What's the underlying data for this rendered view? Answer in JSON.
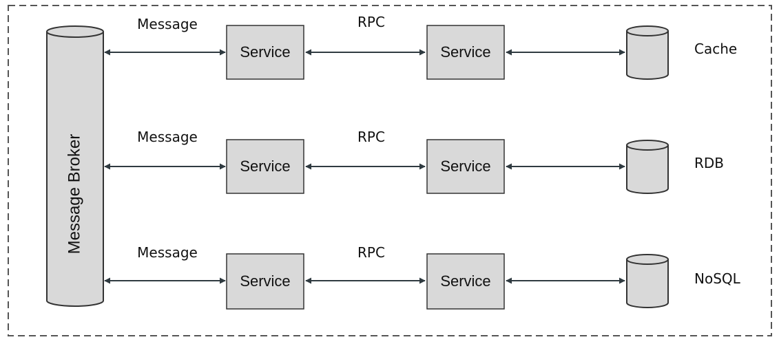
{
  "broker": {
    "label": "Message Broker"
  },
  "rows": [
    {
      "link_left_label": "Message",
      "service_a": "Service",
      "link_mid_label": "RPC",
      "service_b": "Service",
      "store": "Cache"
    },
    {
      "link_left_label": "Message",
      "service_a": "Service",
      "link_mid_label": "RPC",
      "service_b": "Service",
      "store": "RDB"
    },
    {
      "link_left_label": "Message",
      "service_a": "Service",
      "link_mid_label": "RPC",
      "service_b": "Service",
      "store": "NoSQL"
    }
  ],
  "colors": {
    "box_fill": "#d9d9d9",
    "stroke": "#333333",
    "arrow": "#2f3a40",
    "frame": "#555555"
  }
}
